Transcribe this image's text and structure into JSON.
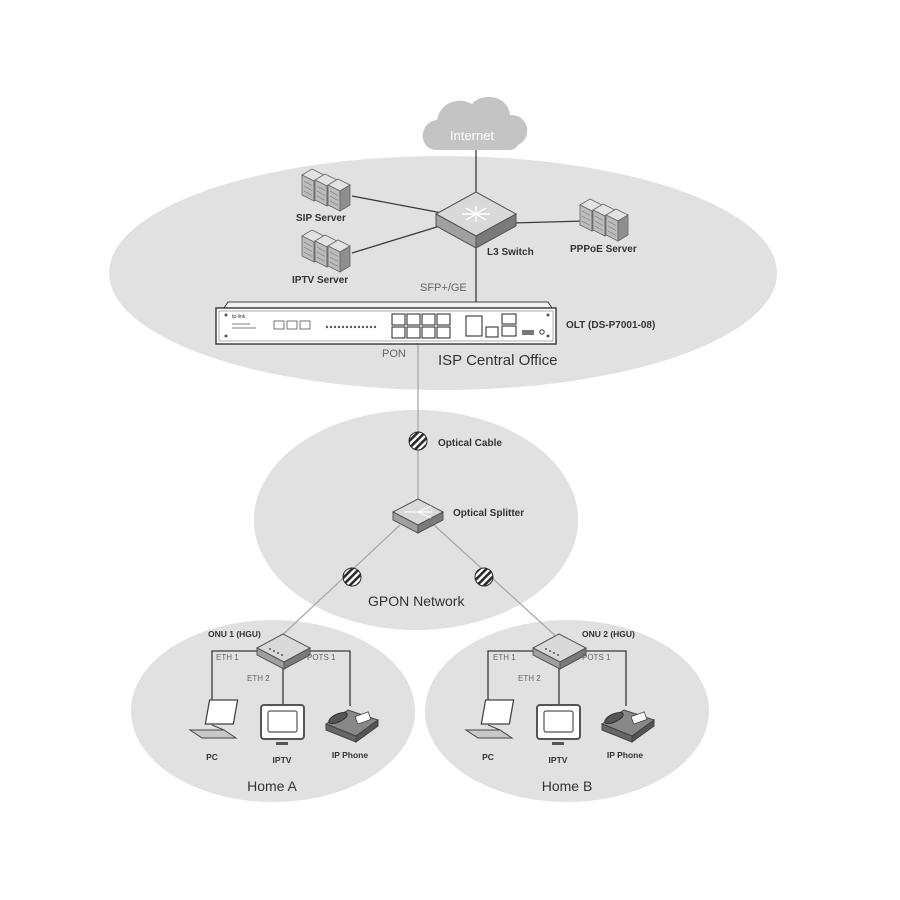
{
  "diagram": {
    "internet": "Internet",
    "sip_server": "SIP Server",
    "iptv_server": "IPTV Server",
    "l3_switch": "L3 Switch",
    "pppoe_server": "PPPoE Server",
    "sfp_ge": "SFP+/GE",
    "olt": "OLT (DS-P7001-08)",
    "olt_brand": "tp-link",
    "pon": "PON",
    "isp_central_office": "ISP Central Office",
    "optical_cable": "Optical Cable",
    "optical_splitter": "Optical Splitter",
    "gpon_network": "GPON Network",
    "home_a": {
      "onu": "ONU 1 (HGU)",
      "eth1": "ETH 1",
      "eth2": "ETH 2",
      "pots1": "POTS 1",
      "pc": "PC",
      "iptv": "IPTV",
      "ip_phone": "IP Phone",
      "title": "Home A"
    },
    "home_b": {
      "onu": "ONU 2 (HGU)",
      "eth1": "ETH 1",
      "eth2": "ETH 2",
      "pots1": "POTS 1",
      "pc": "PC",
      "iptv": "IPTV",
      "ip_phone": "IP Phone",
      "title": "Home B"
    }
  }
}
